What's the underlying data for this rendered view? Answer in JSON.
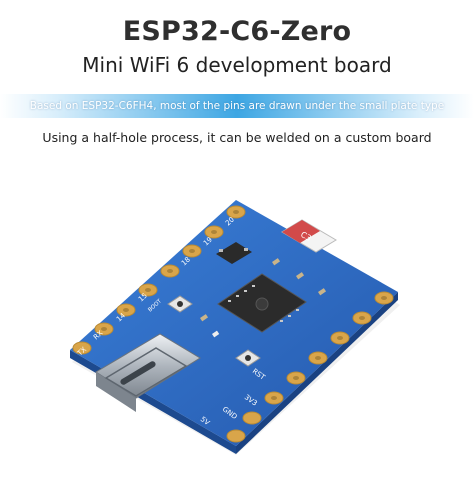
{
  "header": {
    "title": "ESP32-C6-Zero",
    "subtitle": "Mini WiFi 6 development board"
  },
  "banner": {
    "text": "Based on ESP32-C6FH4, most of the pins are drawn under the small plate type"
  },
  "note": {
    "text": "Using a half-hole process, it can be welded on a custom board"
  },
  "board": {
    "antenna_label": "C3",
    "pin_labels": {
      "p20": "20",
      "p19": "19",
      "p18": "18",
      "p15": "15",
      "p14": "14",
      "rx": "RX",
      "tx": "TX",
      "five_v": "5V",
      "gnd": "GND",
      "v33": "3V3",
      "rst": "RST",
      "boot": "BOOT"
    },
    "colors": {
      "pcb": "#2f6fc9",
      "pad": "#d9a54a",
      "chip": "#2b2b2b",
      "connector": "#c8cdd3",
      "antenna": "#d24a4a"
    }
  }
}
